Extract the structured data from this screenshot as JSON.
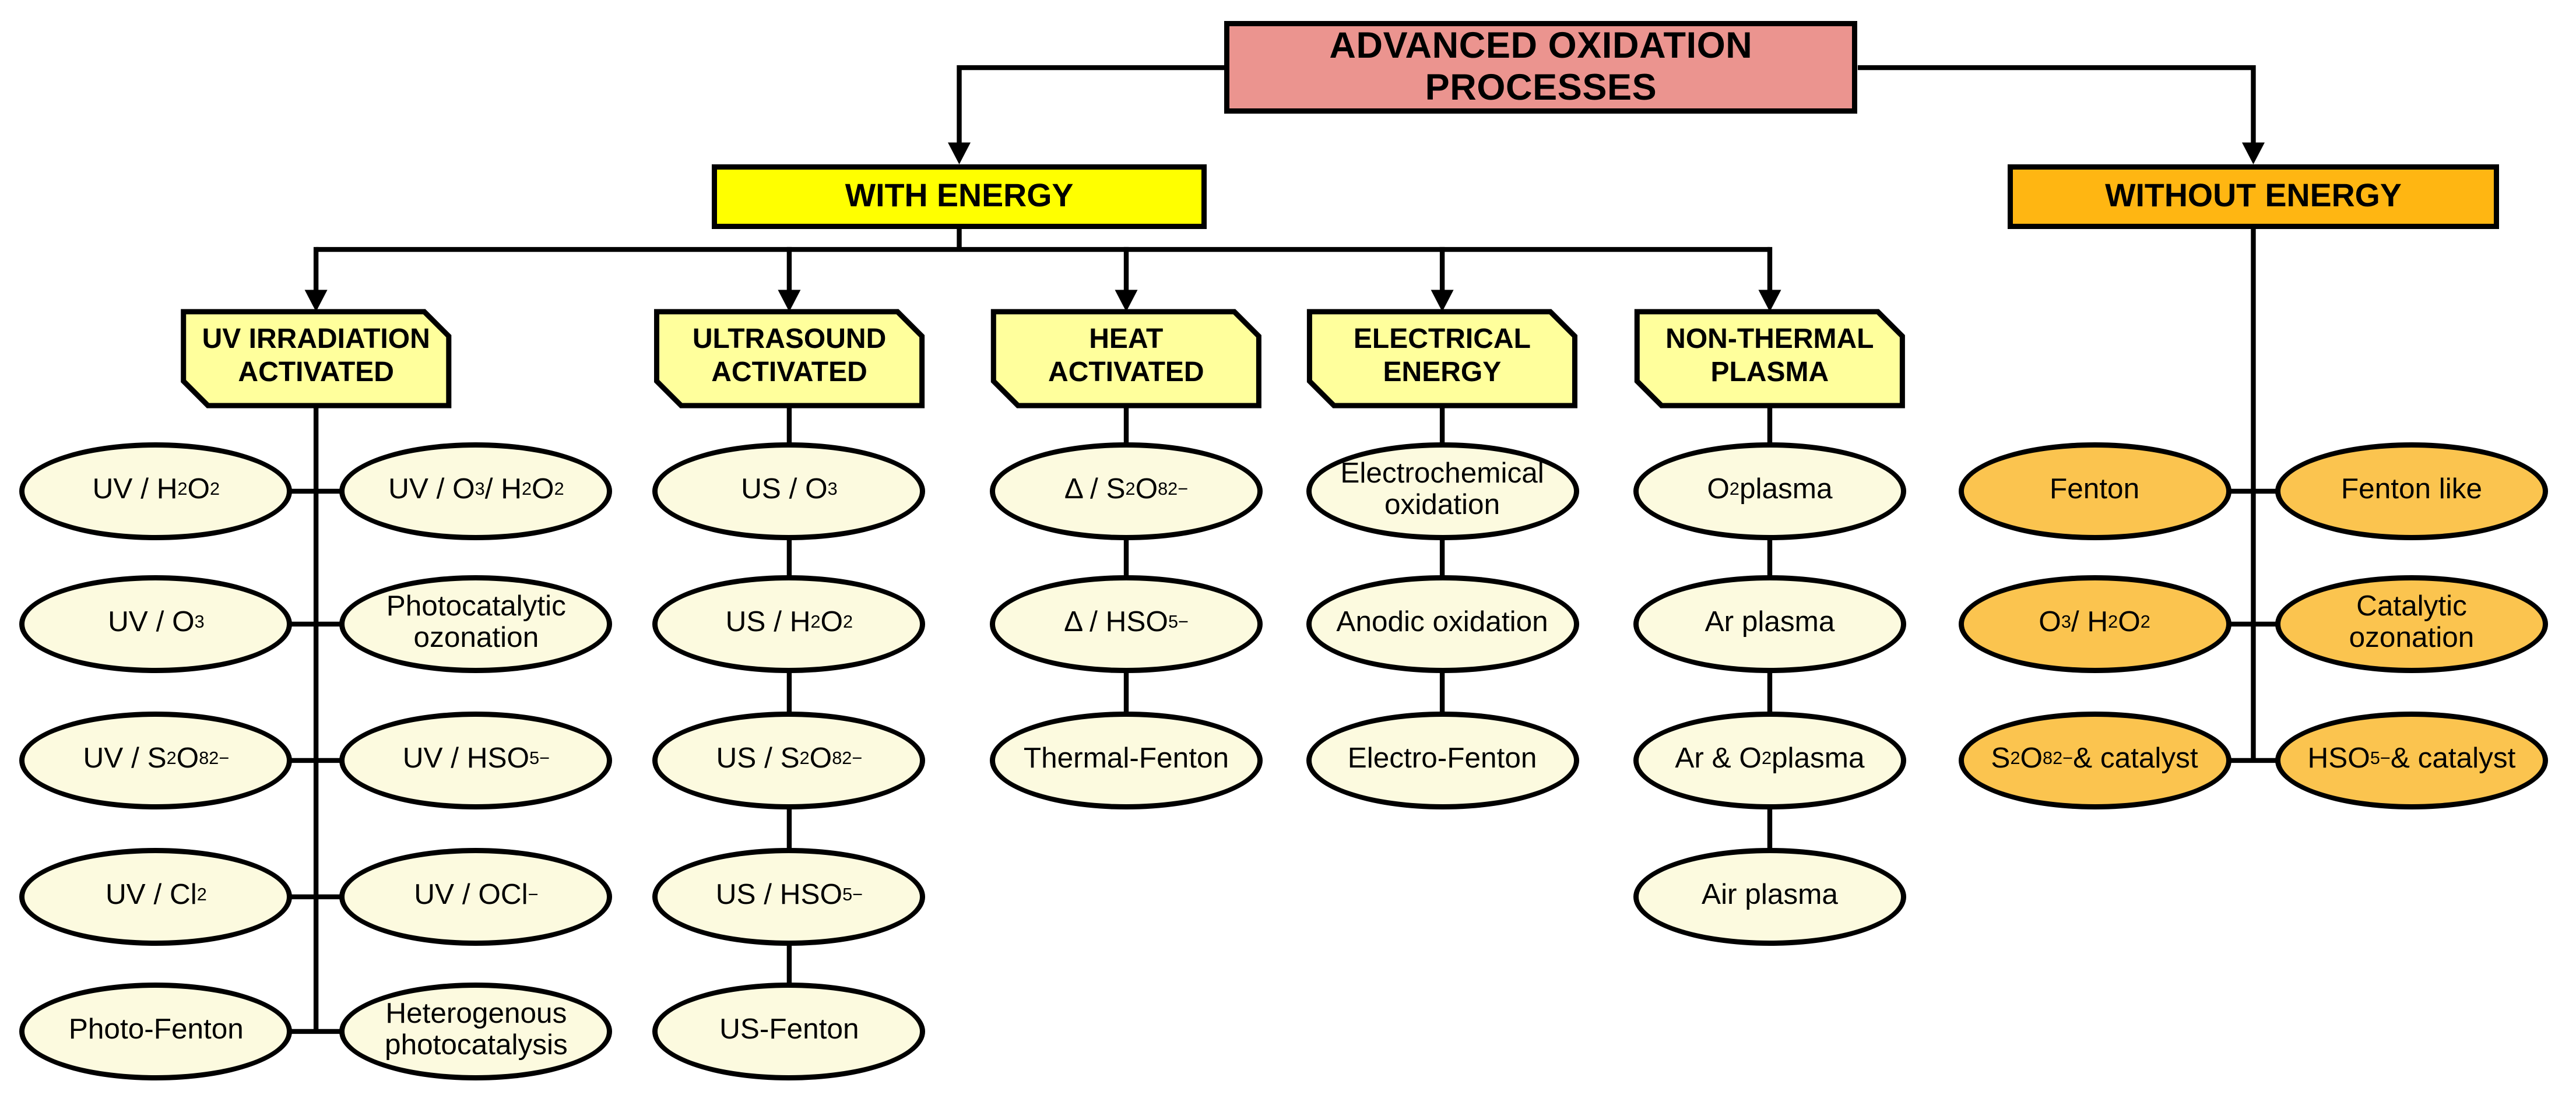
{
  "colors": {
    "title_fill": "#EB948F",
    "branch_with_fill": "#FFFF00",
    "branch_without_fill": "#FFB612",
    "category_fill": "#FFFF9C",
    "process_fill": "#FCFADF",
    "noenergy_process_fill": "#FBC44F",
    "line": "#000000"
  },
  "title": "ADVANCED OXIDATION PROCESSES",
  "branches": {
    "with_energy": "WITH ENERGY",
    "without_energy": "WITHOUT ENERGY"
  },
  "categories": [
    {
      "label": "UV IRRADIATION\nACTIVATED",
      "left": [
        "UV / H~2~O~2~",
        "UV / O~3~",
        "UV / S~2~O~8~^2−^",
        "UV / Cl~2~",
        "Photo-Fenton"
      ],
      "right": [
        "UV / O~3~ / H~2~O~2~",
        "Photocatalytic ozonation",
        "UV / HSO~5~^−^",
        "UV / OCl^−^",
        "Heterogenous photocatalysis"
      ]
    },
    {
      "label": "ULTRASOUND\nACTIVATED",
      "processes": [
        "US / O~3~",
        "US / H~2~O~2~",
        "US / S~2~O~8~^2−^",
        "US / HSO~5~^−^",
        "US-Fenton"
      ]
    },
    {
      "label": "HEAT\nACTIVATED",
      "processes": [
        "Δ / S~2~O~8~^2−^",
        "Δ / HSO~5~^−^",
        "Thermal-Fenton"
      ]
    },
    {
      "label": "ELECTRICAL\nENERGY",
      "processes": [
        "Electrochemical oxidation",
        "Anodic oxidation",
        "Electro-Fenton"
      ]
    },
    {
      "label": "NON-THERMAL\nPLASMA",
      "processes": [
        "O~2~ plasma",
        "Ar plasma",
        "Ar & O~2~ plasma",
        "Air plasma"
      ]
    }
  ],
  "no_energy_processes": {
    "left": [
      "Fenton",
      "O~3~ / H~2~O~2~",
      "S~2~O~8~^2−^ & catalyst"
    ],
    "right": [
      "Fenton like",
      "Catalytic ozonation",
      "HSO~5~^−^ & catalyst"
    ]
  }
}
